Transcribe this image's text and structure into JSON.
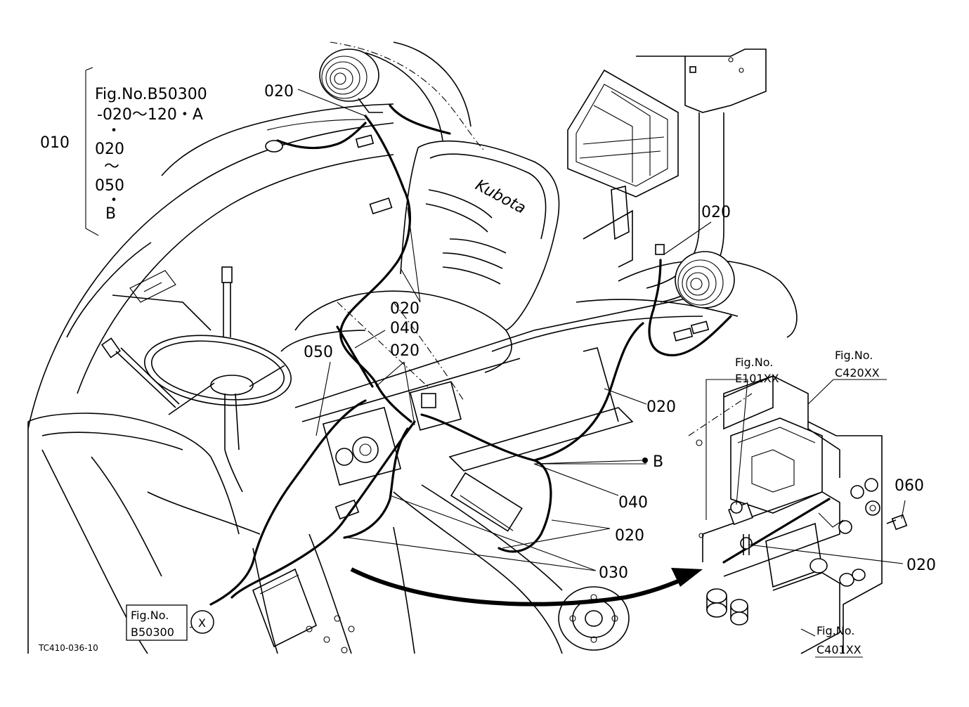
{
  "figure": {
    "stamp": "TC410-036-10"
  },
  "callouts": {
    "c010": "010",
    "ref_group": [
      "Fig.No.B50300",
      "-020～120・A",
      "・",
      "020",
      "～",
      "050",
      "・",
      "B"
    ],
    "c020_top": "020",
    "c020_right": "020",
    "c020_seat": "020",
    "c040_seat": "040",
    "c050": "050",
    "c020_mid": "020",
    "c020_side": "020",
    "b_point": "B",
    "c040_lower": "040",
    "c020_lower": "020",
    "c030": "030",
    "c060": "060",
    "c020_detail": "020"
  },
  "fig_refs": {
    "e101": [
      "Fig.No.",
      "E101XX"
    ],
    "c420": [
      "Fig.No.",
      "C420XX"
    ],
    "c401": [
      "Fig.No.",
      "C401XX"
    ],
    "b50300": [
      "Fig.No.",
      "B50300"
    ],
    "x_marker": "X"
  },
  "seat_brand": "Kubota"
}
